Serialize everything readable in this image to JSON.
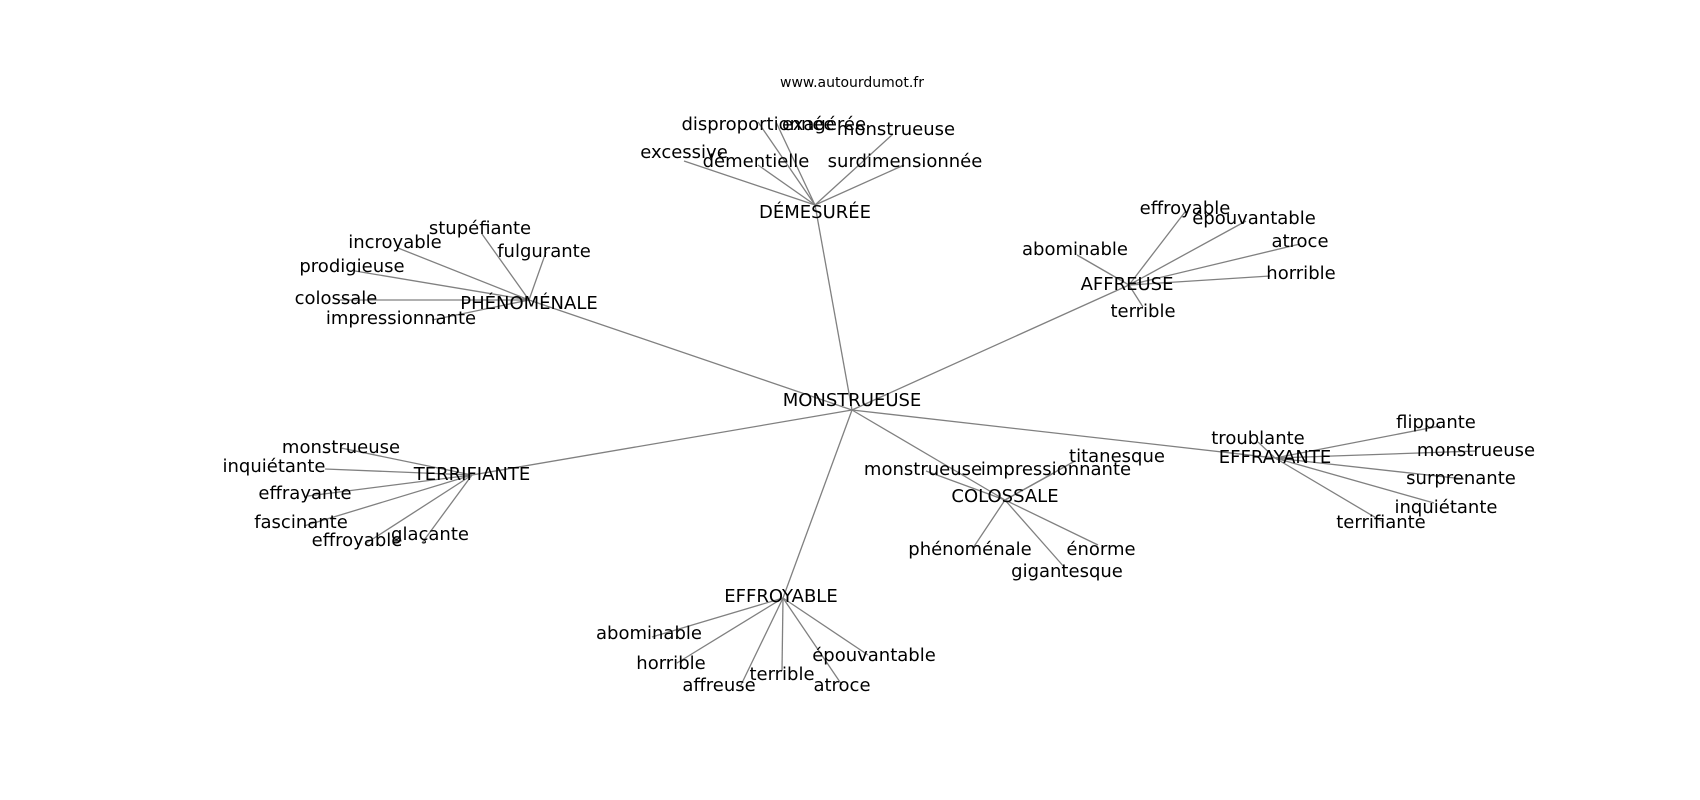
{
  "credit": "www.autourdumot.fr",
  "colors": {
    "edge": "#808080",
    "text": "#000000",
    "background": "#ffffff"
  },
  "graph": {
    "center": "MONSTRUEUSE",
    "clusters": [
      {
        "id": "demesuree",
        "label": "DÉMESURÉE",
        "words": [
          "disproportionnée",
          "exagérée",
          "monstrueuse",
          "excessive",
          "démentielle",
          "surdimensionnée"
        ]
      },
      {
        "id": "affreuse",
        "label": "AFFREUSE",
        "words": [
          "effroyable",
          "épouvantable",
          "abominable",
          "atroce",
          "horrible",
          "terrible"
        ]
      },
      {
        "id": "phenomenale",
        "label": "PHÉNOMÉNALE",
        "words": [
          "stupéfiante",
          "incroyable",
          "fulgurante",
          "prodigieuse",
          "colossale",
          "impressionnante"
        ]
      },
      {
        "id": "terrifiante",
        "label": "TERRIFIANTE",
        "words": [
          "monstrueuse",
          "inquiétante",
          "effrayante",
          "fascinante",
          "effroyable",
          "glaçante"
        ]
      },
      {
        "id": "colossale",
        "label": "COLOSSALE",
        "words": [
          "titanesque",
          "monstrueuse",
          "impressionnante",
          "phénoménale",
          "énorme",
          "gigantesque"
        ]
      },
      {
        "id": "effrayante",
        "label": "EFFRAYANTE",
        "words": [
          "troublante",
          "flippante",
          "monstrueuse",
          "surprenante",
          "inquiétante",
          "terrifiante"
        ]
      },
      {
        "id": "effroyable",
        "label": "EFFROYABLE",
        "words": [
          "abominable",
          "horrible",
          "affreuse",
          "terrible",
          "épouvantable",
          "atroce"
        ]
      }
    ]
  }
}
